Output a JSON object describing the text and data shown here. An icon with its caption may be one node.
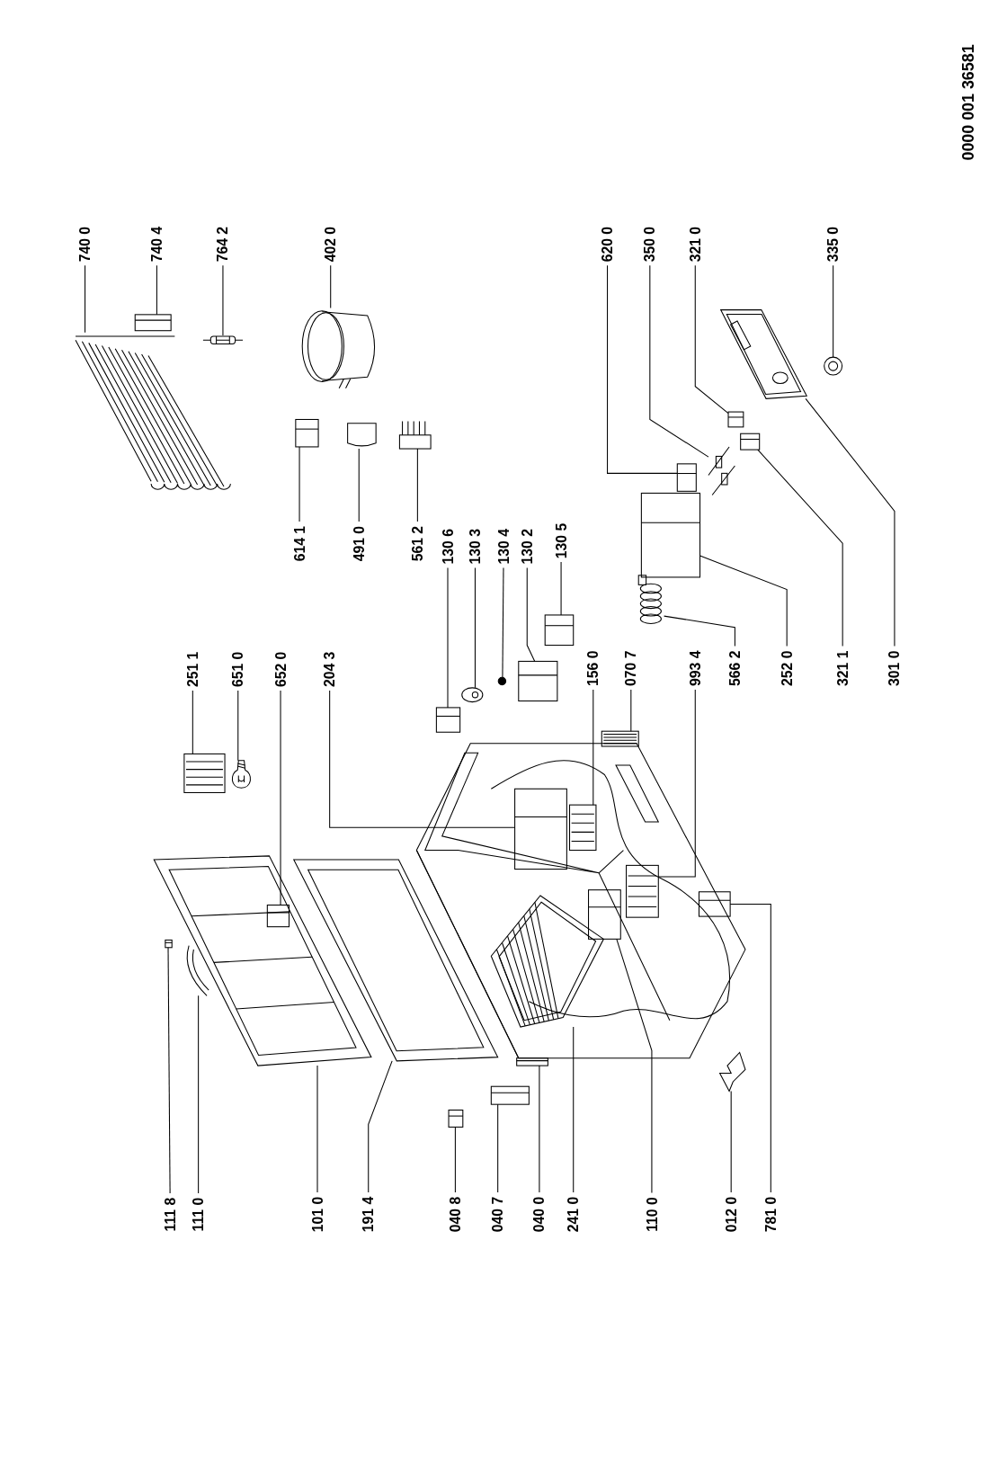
{
  "diagram": {
    "nodes": [
      {
        "text": [
          "740 0"
        ]
      },
      {
        "text": [],
        "shape": "picture"
      },
      {
        "text": [
          "740 4"
        ]
      },
      {
        "text": [],
        "shape": "picture"
      },
      {
        "text": [
          "764 2"
        ]
      },
      {
        "text": [],
        "shape": "picture"
      },
      {
        "text": [
          "402 0"
        ]
      },
      {
        "text": [],
        "shape": "picture"
      },
      {
        "text": [
          "620 0"
        ]
      },
      {
        "text": [],
        "shape": "picture"
      },
      {
        "text": [
          "350 0"
        ]
      },
      {
        "text": [],
        "shape": "picture"
      },
      {
        "text": [
          "321 0"
        ]
      },
      {
        "text": [],
        "shape": "picture"
      },
      {
        "text": [
          "335 0"
        ]
      },
      {
        "text": [],
        "shape": "picture"
      },
      {
        "text": [
          "614 1"
        ]
      },
      {
        "text": [],
        "shape": "picture"
      },
      {
        "text": [
          "491 0"
        ]
      },
      {
        "text": [],
        "shape": "picture"
      },
      {
        "text": [
          "561 2"
        ]
      },
      {
        "text": [],
        "shape": "picture"
      },
      {
        "text": [
          "130 6"
        ]
      },
      {
        "text": [],
        "shape": "picture"
      },
      {
        "text": [
          "130 3"
        ]
      },
      {
        "text": [],
        "shape": "picture"
      },
      {
        "text": [
          "130 4"
        ]
      },
      {
        "text": [],
        "shape": "circle"
      },
      {
        "text": [
          "130 2"
        ]
      },
      {
        "text": [],
        "shape": "picture"
      },
      {
        "text": [
          "130 5"
        ]
      },
      {
        "text": [],
        "shape": "picture"
      },
      {
        "text": [
          "251 1"
        ]
      },
      {
        "text": [],
        "shape": "picture"
      },
      {
        "text": [
          "651 0"
        ]
      },
      {
        "text": [],
        "shape": "picture"
      },
      {
        "text": [
          "652 0"
        ]
      },
      {
        "text": [],
        "shape": "picture",
        "in": 59
      },
      {
        "text": [
          "204 3"
        ]
      },
      {
        "text": [],
        "shape": "picture"
      },
      {
        "text": [
          "156 0"
        ]
      },
      {
        "text": [],
        "shape": "picture"
      },
      {
        "text": [
          "070 7"
        ]
      },
      {
        "text": [],
        "shape": "picture"
      },
      {
        "text": [
          "993 4"
        ]
      },
      {
        "text": [],
        "shape": "picture"
      },
      {
        "text": [
          "566 2"
        ]
      },
      {
        "text": [],
        "shape": "picture"
      },
      {
        "text": [
          "252 0"
        ]
      },
      {
        "text": [],
        "shape": "picture"
      },
      {
        "text": [
          "321 1"
        ]
      },
      {
        "text": [],
        "shape": "picture"
      },
      {
        "text": [
          "301 0"
        ]
      },
      {
        "text": [],
        "shape": "picture"
      },
      {
        "text": [
          "111 8"
        ]
      },
      {
        "text": [],
        "shape": "picture"
      },
      {
        "text": [
          "111 0"
        ]
      },
      {
        "text": [],
        "shape": "picture"
      },
      {
        "text": [
          "101 0"
        ]
      },
      {
        "text": [],
        "shape": "picture"
      },
      {
        "text": [
          "191 4"
        ]
      },
      {
        "text": [],
        "shape": "picture"
      },
      {
        "text": [
          "040 8"
        ]
      },
      {
        "text": [],
        "shape": "picture"
      },
      {
        "text": [
          "040 7"
        ]
      },
      {
        "text": [],
        "shape": "picture"
      },
      {
        "text": [
          "040 0"
        ]
      },
      {
        "text": [],
        "shape": "picture"
      },
      {
        "text": [
          "241 0"
        ]
      },
      {
        "text": [],
        "shape": "picture"
      },
      {
        "text": [
          "110 0"
        ]
      },
      {
        "text": [],
        "shape": "picture"
      },
      {
        "text": [
          "012 0"
        ]
      },
      {
        "text": [],
        "shape": "picture"
      },
      {
        "text": [
          "781 0"
        ]
      },
      {
        "text": [],
        "shape": "picture"
      }
    ],
    "edges": [
      {
        "from": 0,
        "to": 1,
        "arrow": "none"
      },
      {
        "from": 2,
        "to": 3,
        "arrow": "none"
      },
      {
        "from": 4,
        "to": 5,
        "arrow": "none"
      },
      {
        "from": 6,
        "to": 7,
        "arrow": "none"
      },
      {
        "from": 8,
        "to": 9,
        "arrow": "none"
      },
      {
        "from": 10,
        "to": 11,
        "arrow": "none"
      },
      {
        "from": 12,
        "to": 13,
        "arrow": "none"
      },
      {
        "from": 14,
        "to": 15,
        "arrow": "none"
      },
      {
        "from": 16,
        "to": 17,
        "arrow": "none"
      },
      {
        "from": 18,
        "to": 19,
        "arrow": "none"
      },
      {
        "from": 20,
        "to": 21,
        "arrow": "none"
      },
      {
        "from": 22,
        "to": 23,
        "arrow": "none"
      },
      {
        "from": 24,
        "to": 25,
        "arrow": "none"
      },
      {
        "from": 26,
        "to": 27,
        "arrow": "none"
      },
      {
        "from": 28,
        "to": 29,
        "arrow": "none"
      },
      {
        "from": 30,
        "to": 31,
        "arrow": "none"
      },
      {
        "from": 32,
        "to": 33,
        "arrow": "none"
      },
      {
        "from": 34,
        "to": 35,
        "arrow": "none"
      },
      {
        "from": 36,
        "to": 37,
        "arrow": "none"
      },
      {
        "from": 38,
        "to": 39,
        "arrow": "none"
      },
      {
        "from": 40,
        "to": 41,
        "arrow": "none"
      },
      {
        "from": 42,
        "to": 43,
        "arrow": "none"
      },
      {
        "from": 44,
        "to": 45,
        "arrow": "none"
      },
      {
        "from": 46,
        "to": 47,
        "arrow": "none"
      },
      {
        "from": 48,
        "to": 49,
        "arrow": "none"
      },
      {
        "from": 50,
        "to": 51,
        "arrow": "none"
      },
      {
        "from": 52,
        "to": 53,
        "arrow": "none"
      },
      {
        "from": 54,
        "to": 55,
        "arrow": "none"
      },
      {
        "from": 56,
        "to": 57,
        "arrow": "none"
      },
      {
        "from": 58,
        "to": 59,
        "arrow": "none"
      },
      {
        "from": 60,
        "to": 61,
        "arrow": "none"
      },
      {
        "from": 62,
        "to": 63,
        "arrow": "none"
      },
      {
        "from": 64,
        "to": 65,
        "arrow": "none"
      },
      {
        "from": 66,
        "to": 67,
        "arrow": "none"
      },
      {
        "from": 68,
        "to": 69,
        "arrow": "none"
      },
      {
        "from": 70,
        "to": 71,
        "arrow": "none"
      },
      {
        "from": 72,
        "to": 73,
        "arrow": "none"
      },
      {
        "from": 74,
        "to": 75,
        "arrow": "none"
      }
    ],
    "labels": [
      "0000 001 36581"
    ]
  }
}
